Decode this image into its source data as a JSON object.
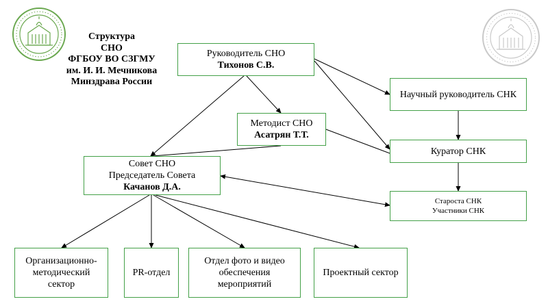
{
  "title": {
    "lines": [
      "Структура",
      "СНО",
      "ФГБОУ ВО СЗГМУ",
      "им. И. И. Мечникова",
      "Минздрава России"
    ]
  },
  "nodes": {
    "head": {
      "role": "Руководитель СНО",
      "name": "Тихонов С.В."
    },
    "methodist": {
      "role": "Методист СНО",
      "name": "Асатрян Т.Т."
    },
    "council": {
      "line1": "Совет СНО",
      "line2": "Председатель Совета",
      "name": "Качанов Д.А."
    },
    "science_lead": {
      "label": "Научный руководитель СНК"
    },
    "curator": {
      "label": "Куратор СНК"
    },
    "members": {
      "line1": "Староста СНК",
      "line2": "Участники СНК"
    },
    "org_method": {
      "line1": "Организационно-",
      "line2": "методический",
      "line3": "сектор"
    },
    "pr": {
      "label": "PR-отдел"
    },
    "photo_video": {
      "line1": "Отдел фото и видео",
      "line2": "обеспечения",
      "line3": "мероприятий"
    },
    "project": {
      "label": "Проектный сектор"
    }
  },
  "colors": {
    "box_border": "#43a047",
    "arrow": "#000000",
    "logo_left": "#6aa84f",
    "logo_right": "#c9c9c9"
  },
  "icons": {
    "left_logo": "university-emblem-icon",
    "right_logo": "university-emblem-watermark-icon"
  }
}
